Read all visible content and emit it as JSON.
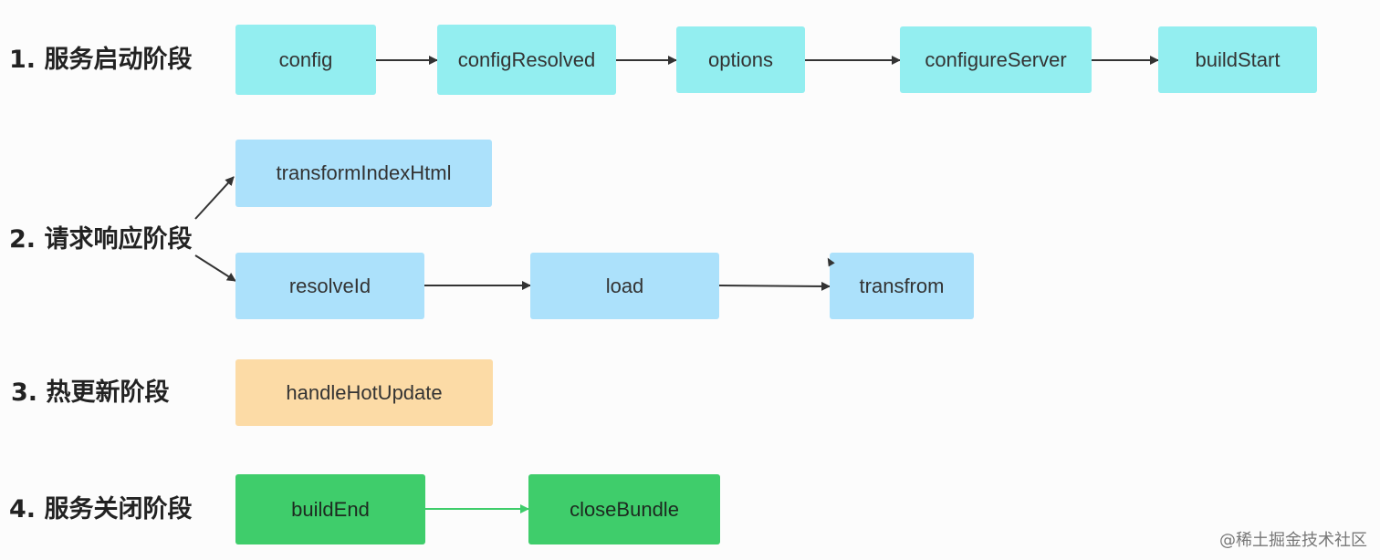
{
  "stages": [
    {
      "label": "1. 服务启动阶段",
      "nodes": [
        "config",
        "configResolved",
        "options",
        "configureServer",
        "buildStart"
      ]
    },
    {
      "label": "2. 请求响应阶段",
      "nodes": [
        "transformIndexHtml",
        "resolveId",
        "load",
        "transfrom"
      ]
    },
    {
      "label": "3. 热更新阶段",
      "nodes": [
        "handleHotUpdate"
      ]
    },
    {
      "label": "4. 服务关闭阶段",
      "nodes": [
        "buildEnd",
        "closeBundle"
      ]
    }
  ],
  "watermark": "@稀土掘金技术社区",
  "colors": {
    "startup": "#93eef0",
    "request": "#ace1fb",
    "hot_update": "#fcdba6",
    "shutdown": "#3fcd6b",
    "arrow": "#333333",
    "arrow_green": "#3fcd6b"
  }
}
